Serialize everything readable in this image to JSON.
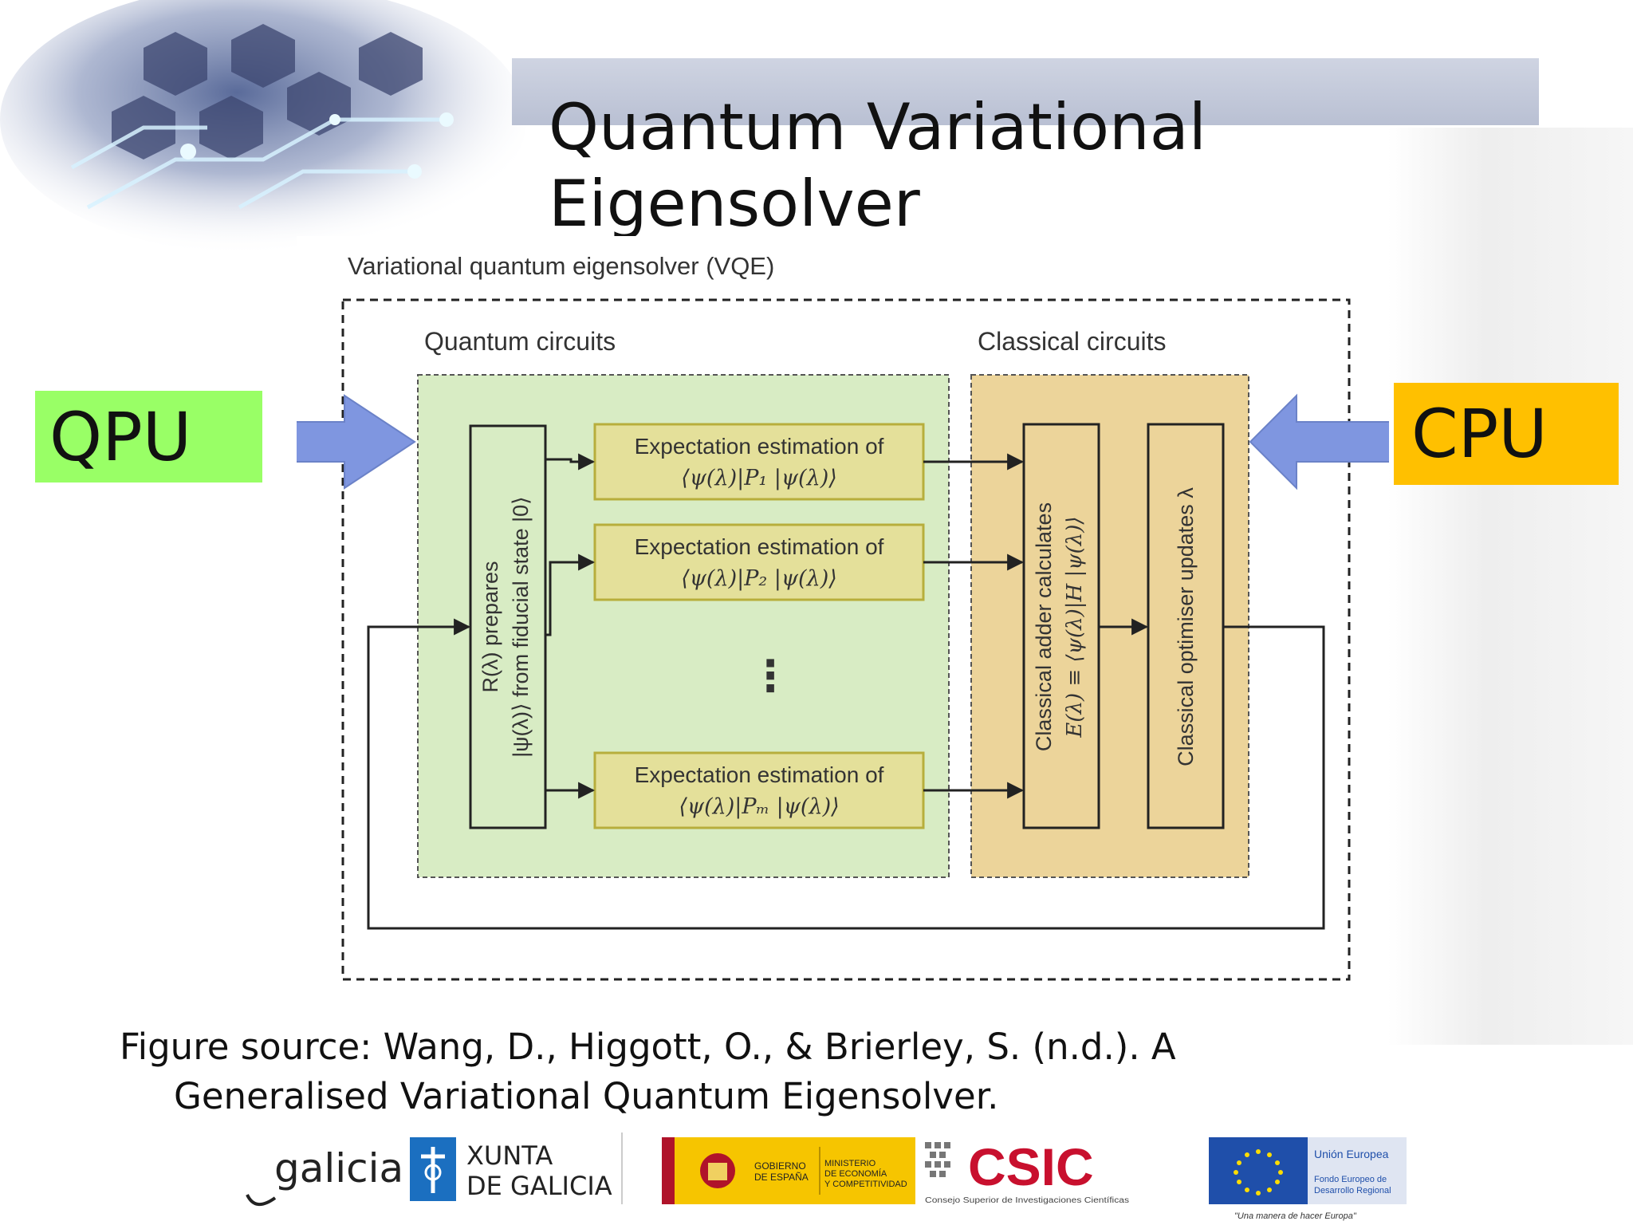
{
  "slide": {
    "title": "Quantum Variational\nEigensolver",
    "caption_line1": "Figure source: Wang, D., Higgott, O., & Brierley, S. (n.d.). A",
    "caption_line2": "Generalised Variational Quantum Eigensolver."
  },
  "labels": {
    "qpu": "QPU",
    "cpu": "CPU"
  },
  "figure": {
    "title": "Variational quantum eigensolver (VQE)",
    "quantum_group": "Quantum circuits",
    "classical_group": "Classical circuits",
    "prep_line1": "R(λ) prepares",
    "prep_line2": "|ψ(λ)⟩ from fiducial state |0⟩",
    "expectation_label": "Expectation estimation of",
    "exp1": "⟨ψ(λ)|P₁ |ψ(λ)⟩",
    "exp2": "⟨ψ(λ)|P₂ |ψ(λ)⟩",
    "expm": "⟨ψ(λ)|Pₘ |ψ(λ)⟩",
    "ellipsis": "⋮",
    "adder_line1": "Classical adder calculates",
    "adder_line2": "E(λ) ≡ ⟨ψ(λ)|H |ψ(λ)⟩",
    "optimiser": "Classical optimiser updates λ"
  },
  "logos": {
    "galicia": "galicia",
    "xunta_line1": "XUNTA",
    "xunta_line2": "DE GALICIA",
    "gobierno_line1": "GOBIERNO",
    "gobierno_line2": "DE ESPAÑA",
    "ministerio_line1": "MINISTERIO",
    "ministerio_line2": "DE ECONOMÍA",
    "ministerio_line3": "Y COMPETITIVIDAD",
    "csic": "CSIC",
    "csic_sub": "Consejo Superior de Investigaciones Científicas",
    "eu_title": "Unión Europea",
    "eu_line1": "Fondo Europeo de",
    "eu_line2": "Desarrollo Regional",
    "eu_motto": "\"Una manera de hacer Europa\""
  },
  "colors": {
    "quantum_fill": "#d8ecc4",
    "classical_fill": "#ecd49a",
    "estimation_fill": "#e4e09a",
    "estimation_border": "#b7ae3c",
    "arrow_blue": "#7f96e0",
    "qpu_bg": "#99ff66",
    "cpu_bg": "#ffc000"
  }
}
